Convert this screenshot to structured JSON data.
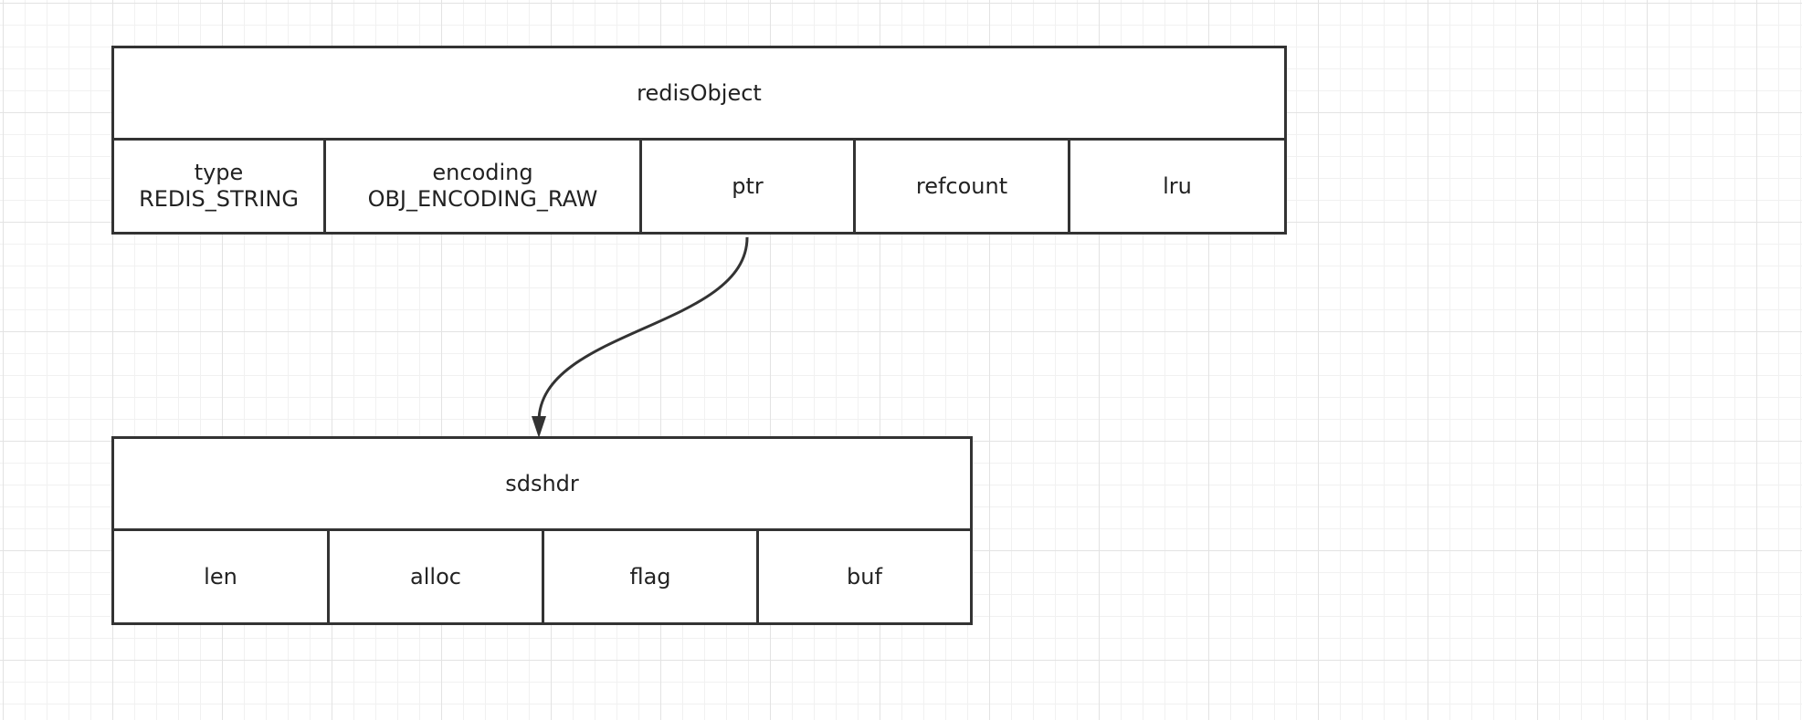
{
  "colors": {
    "stroke": "#333333",
    "text": "#222222",
    "grid_major": "#e3e3e3",
    "grid_minor": "#f1f1f1",
    "background": "#ffffff"
  },
  "redis_object": {
    "title": "redisObject",
    "fields": [
      {
        "line1": "type",
        "line2": "REDIS_STRING"
      },
      {
        "line1": "encoding",
        "line2": "OBJ_ENCODING_RAW"
      },
      {
        "line1": "ptr"
      },
      {
        "line1": "refcount"
      },
      {
        "line1": "lru"
      }
    ]
  },
  "sdshdr": {
    "title": "sdshdr",
    "fields": [
      "len",
      "alloc",
      "flag",
      "buf"
    ]
  },
  "connector": {
    "from": "ptr",
    "to": "sdshdr"
  }
}
